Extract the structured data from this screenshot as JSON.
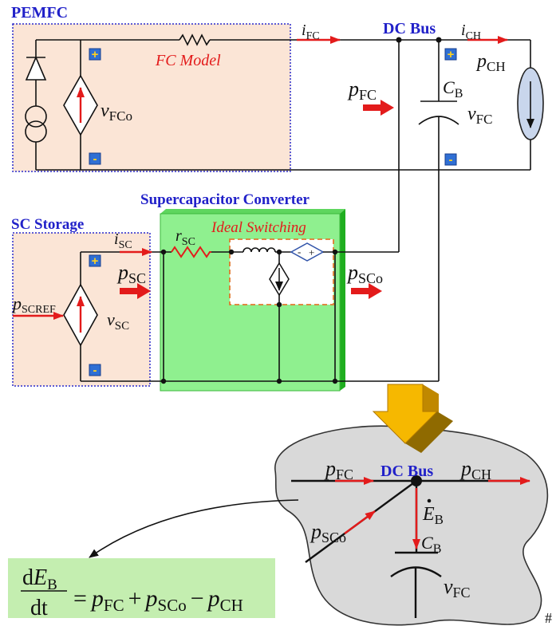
{
  "diagram": {
    "pemfc": {
      "title": "PEMFC",
      "fc_model": "FC Model",
      "source_voltage": {
        "sym": "v",
        "sub": "FCo"
      },
      "plus": "+",
      "minus": "-"
    },
    "bus": {
      "title": "DC Bus",
      "i_fc": {
        "sym": "i",
        "sub": "FC"
      },
      "i_ch": {
        "sym": "i",
        "sub": "CH"
      },
      "p_ch": {
        "sym": "p",
        "sub": "CH"
      },
      "p_fc": {
        "sym": "p",
        "sub": "FC"
      },
      "capacitor": {
        "sym": "C",
        "sub": "B"
      },
      "v_fc": {
        "sym": "v",
        "sub": "FC"
      },
      "plus": "+",
      "minus": "-"
    },
    "sc_storage": {
      "title": "SC Storage",
      "p_scref": {
        "sym": "p",
        "sub": "SCREF"
      },
      "v_sc": {
        "sym": "v",
        "sub": "SC"
      },
      "i_sc": {
        "sym": "i",
        "sub": "SC"
      },
      "p_sc": {
        "sym": "p",
        "sub": "SC"
      },
      "plus": "+",
      "minus": "-"
    },
    "converter": {
      "title": "Supercapacitor Converter",
      "ideal_switching": "Ideal Switching",
      "r_sc": {
        "sym": "r",
        "sub": "SC"
      },
      "source_minus": "-",
      "source_plus": "+",
      "p_sco": {
        "sym": "p",
        "sub": "SCo"
      }
    },
    "power_balance": {
      "bus_title": "DC Bus",
      "p_fc": {
        "sym": "p",
        "sub": "FC"
      },
      "p_ch": {
        "sym": "p",
        "sub": "CH"
      },
      "p_sco": {
        "sym": "p",
        "sub": "SCo"
      },
      "e_b": {
        "sym": "E",
        "sub": "B"
      },
      "c_b": {
        "sym": "C",
        "sub": "B"
      },
      "v_fc": {
        "sym": "v",
        "sub": "FC"
      }
    },
    "formula": {
      "num_d": "d",
      "num_e": "E",
      "num_sub": "B",
      "den": "dt",
      "eq": "=",
      "t1": {
        "sym": "p",
        "sub": "FC"
      },
      "op1": "+",
      "t2": {
        "sym": "p",
        "sub": "SCo"
      },
      "op2": "−",
      "t3": {
        "sym": "p",
        "sub": "CH"
      }
    },
    "corner_mark": "#"
  },
  "colors": {
    "title_blue": "#2121c9",
    "arrow_red": "#e31b1b",
    "storage_fill": "#fbe5d6",
    "converter_green": "#8ff08f",
    "converter_edge": "#1fae1f",
    "switching_box_orange": "#e07a30",
    "balance_gray": "#d9d9d9",
    "formula_green": "#c4eeb0",
    "terminal_blue": "#2f6fd4",
    "terminal_sign_yellow": "#ffd21f",
    "transform_arrow_yellow": "#f6b800",
    "load_fill": "#c9d6ec"
  }
}
